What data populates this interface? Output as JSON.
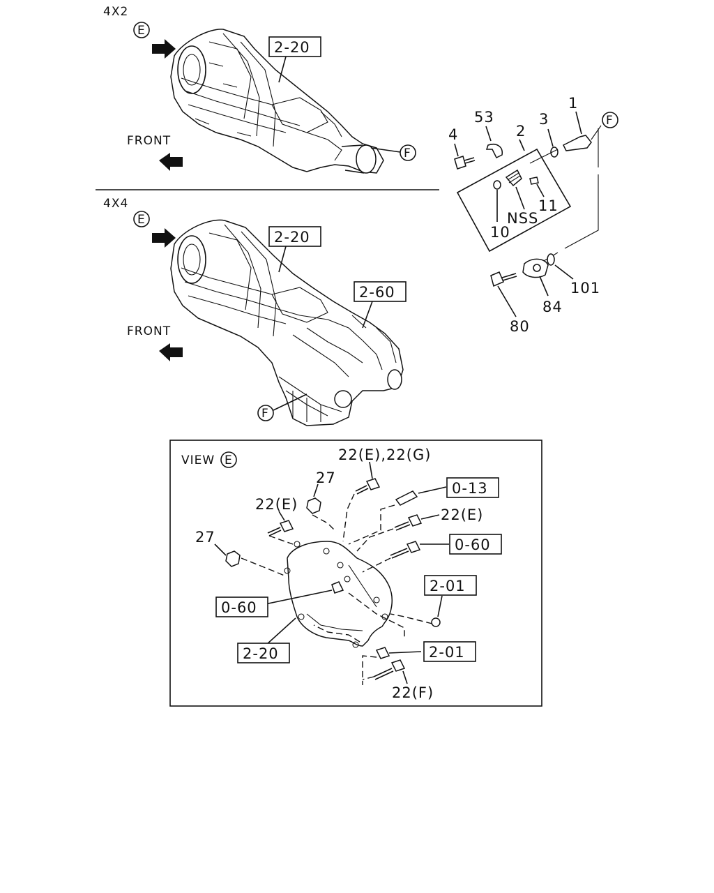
{
  "sections": {
    "top_variant": "4X2",
    "mid_variant": "4X4",
    "view_title": "VIEW",
    "view_letter": "E"
  },
  "markers": {
    "e": "E",
    "f": "F",
    "front": "FRONT"
  },
  "refs": {
    "r2_20": "2-20",
    "r2_60": "2-60",
    "r0_13": "0-13",
    "r0_60": "0-60",
    "r2_01": "2-01"
  },
  "callouts": {
    "p1": "1",
    "p2": "2",
    "p3": "3",
    "p4": "4",
    "p10": "10",
    "p11": "11",
    "p53": "53",
    "p80": "80",
    "p84": "84",
    "p101": "101",
    "nss": "NSS",
    "p27": "27",
    "p22e": "22(E)",
    "p22eg": "22(E),22(G)",
    "p22f": "22(F)"
  },
  "icons": [
    "arrow-right-icon",
    "arrow-left-icon",
    "circle-letter-icon"
  ]
}
